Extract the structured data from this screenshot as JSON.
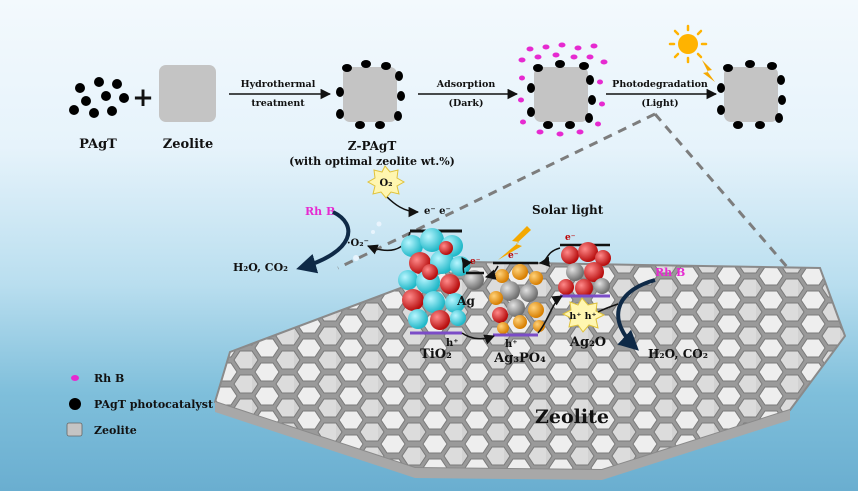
{
  "flow": {
    "pagt": "PAgT",
    "plus": "+",
    "zeolite": "Zeolite",
    "step1_a": "Hydrothermal",
    "step1_b": "treatment",
    "zpagt": "Z-PAgT",
    "zpagt_note": "(with optimal zeolite wt.%)",
    "step2_a": "Adsorption",
    "step2_b": "(Dark)",
    "step3_a": "Photodegradation",
    "step3_b": "(Light)"
  },
  "mechanism": {
    "rhb_left": "Rh B",
    "superoxide": "·O₂⁻",
    "o2": "O₂",
    "products_left": "H₂O, CO₂",
    "solar": "Solar light",
    "electron": "e⁻",
    "electron_pair": "e⁻ e⁻",
    "hole": "h⁺",
    "hole_pair": "h⁺ h⁺",
    "ag": "Ag",
    "tio2": "TiO₂",
    "ag3po4": "Ag₃PO₄",
    "ag2o": "Ag₂O",
    "rhb_right": "Rh B",
    "products_right": "H₂O, CO₂",
    "zeolite_label": "Zeolite"
  },
  "legend": {
    "rhb": "Rh B",
    "catalyst": "PAgT photocatalyst",
    "zeolite": "Zeolite"
  },
  "colors": {
    "rhb_dye": "#e62ad0",
    "catalyst": "#000000",
    "zeolite_block": "#c4c4c4",
    "tio2_ti": "#2fd1df",
    "oxygen": "#dd1313",
    "phosphorus": "#f39a12",
    "silver": "#8e8e8e",
    "band_edge": "#7b4cc7",
    "sun": "#ffb300"
  }
}
